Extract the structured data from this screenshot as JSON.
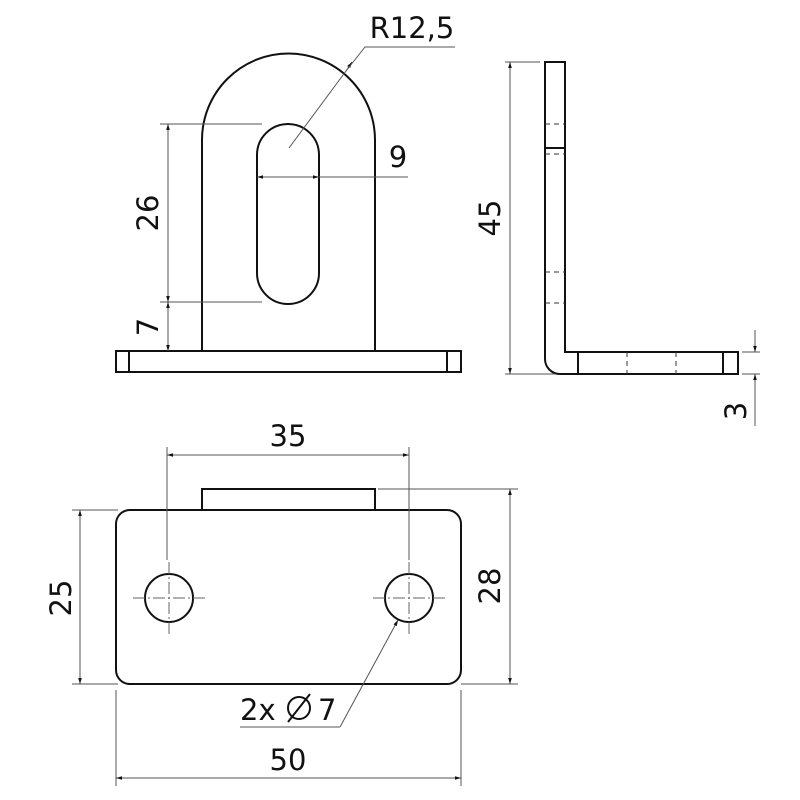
{
  "dimensions": {
    "radius": "R12,5",
    "slot_width": "9",
    "slot_length": "26",
    "slot_offset": "7",
    "height": "45",
    "thickness": "3",
    "hole_spacing": "35",
    "plate_depth": "25",
    "overall_depth": "28",
    "plate_width": "50",
    "holes": "2x",
    "hole_diameter": "7"
  }
}
